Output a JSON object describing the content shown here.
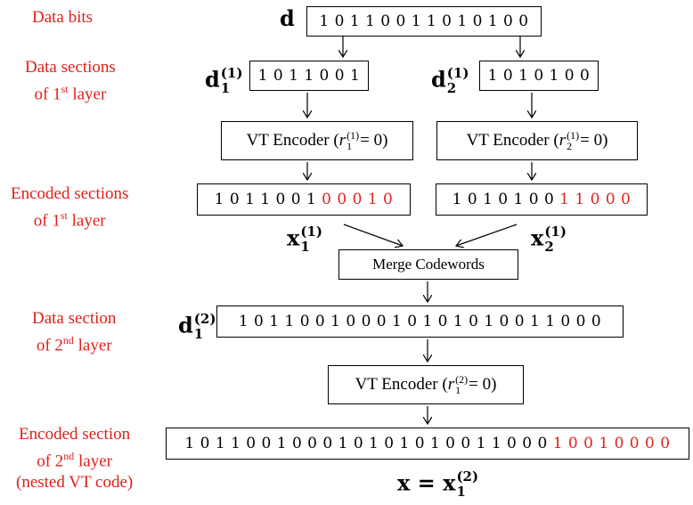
{
  "labels": {
    "data_bits": "Data bits",
    "data_sections_l1": [
      "Data sections",
      "of 1",
      "st",
      " layer"
    ],
    "encoded_sections_l1": [
      "Encoded sections",
      "of 1",
      "st",
      " layer"
    ],
    "data_section_l2": [
      "Data section",
      "of 2",
      "nd",
      " layer"
    ],
    "encoded_section_l2": [
      "Encoded section",
      "of 2",
      "nd",
      " layer",
      "(nested VT code)"
    ]
  },
  "symbols": {
    "d": "d",
    "d1": "d",
    "d1_sub": "1",
    "d1_sup": "(1)",
    "d2": "d",
    "d2_sub": "2",
    "d2_sup": "(1)",
    "x1": "x",
    "x1_sub": "1",
    "x1_sup": "(1)",
    "x2": "x",
    "x2_sub": "2",
    "x2_sup": "(1)",
    "d12": "d",
    "d12_sub": "1",
    "d12_sup": "(2)",
    "final_eq": "x = x",
    "final_sub": "1",
    "final_sup": "(2)"
  },
  "bits": {
    "d": "1 0 1 1 0 0 1 1 0 1 0 1 0 0",
    "d1": "1 0 1 1 0 0 1",
    "d2": "1 0 1 0 1 0 0",
    "x1_data": "1 0 1 1 0 0 1 ",
    "x1_red": "0 0 0 1 0",
    "x2_data": "1 0 1 0 1 0 0 ",
    "x2_red": "1 1 0 0 0",
    "d12": "1 0 1 1 0 0 1 0 0 0 1 0 1 0 1 0 1 0 0 1 1 0 0 0",
    "x_data": "1 0 1 1 0 0 1 0 0 0 1 0 1 0 1 0 1 0 0 1 1 0 0 0 ",
    "x_red": "1 0 0 1 0 0 0 0"
  },
  "encoders": {
    "enc1": {
      "prefix": "VT Encoder (",
      "r": "r",
      "sub": "1",
      "sup": "(1)",
      "suffix": " = 0)"
    },
    "enc2": {
      "prefix": "VT Encoder (",
      "r": "r",
      "sub": "2",
      "sup": "(1)",
      "suffix": " = 0)"
    },
    "enc3": {
      "prefix": "VT Encoder (",
      "r": "r",
      "sub": "1",
      "sup": "(2)",
      "suffix": " = 0)"
    }
  },
  "merge": "Merge Codewords",
  "colors": {
    "label_red": "#e0201b",
    "parity_red": "#e0201b"
  }
}
